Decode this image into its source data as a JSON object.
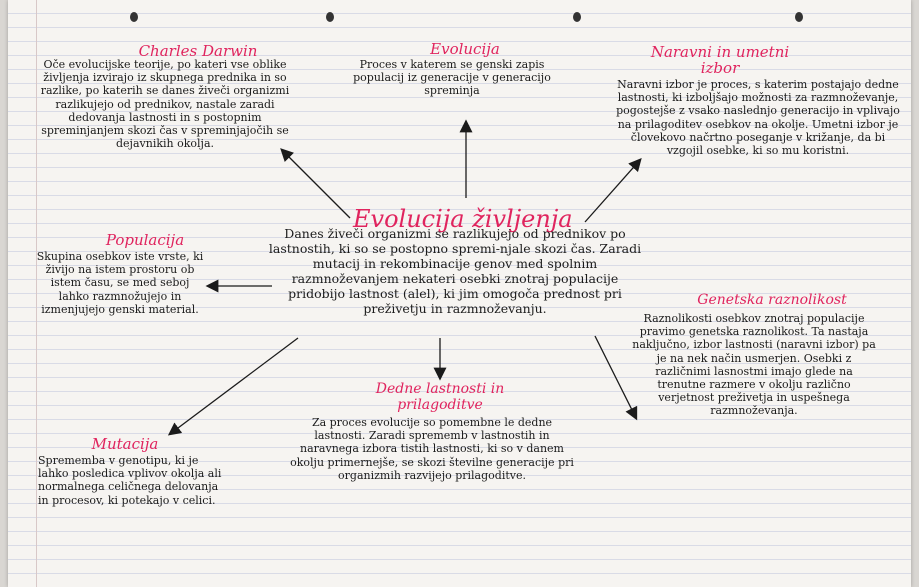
{
  "center": {
    "title": "Evolucija življenja",
    "text": "Danes živeči organizmi se razlikujejo od prednikov po lastnostih, ki so se postopno spremi-njale skozi čas. Zaradi mutacij in rekombinacije genov med spolnim razmnoževanjem nekateri osebki znotraj populacije pridobijo lastnost (alel), ki jim omogoča prednost pri preživetju in razmnoževanju."
  },
  "nodes": {
    "darwin": {
      "title": "Charles Darwin",
      "text": "Oče evolucijske teorije, po kateri vse oblike življenja izvirajo iz skupnega prednika in so razlike, po katerih se danes živeči organizmi razlikujejo od prednikov, nastale zaradi dedovanja lastnosti in s postopnim spreminjanjem skozi čas v spreminjajočih se dejavnikih okolja."
    },
    "evolucija": {
      "title": "Evolucija",
      "text": "Proces v katerem se genski zapis populacij iz generacije v generacijo spreminja"
    },
    "naravni": {
      "title": "Naravni in umetni izbor",
      "text": "Naravni izbor je proces, s katerim postajajo dedne lastnosti, ki izboljšajo možnosti za razmnoževanje, pogostejše z vsako naslednjo generacijo in vplivajo na prilagoditev osebkov na okolje. Umetni izbor je človekovo načrtno poseganje v križanje, da bi vzgojil osebke, ki so mu koristni."
    },
    "populacija": {
      "title": "Populacija",
      "text": "Skupina osebkov iste vrste, ki živijo na istem prostoru ob istem času, se med seboj lahko razmnožujejo in izmenjujejo genski material."
    },
    "genetska": {
      "title": "Genetska raznolikost",
      "text": "Raznolikosti osebkov znotraj populacije pravimo genetska raznolikost. Ta nastaja naključno, izbor lastnosti (naravni izbor) pa je na nek način usmerjen. Osebki z različnimi lasnostmi imajo glede na trenutne razmere v okolju različno verjetnost preživetja in uspešnega razmnoževanja."
    },
    "dedne": {
      "title": "Dedne lastnosti in prilagoditve",
      "text": "Za proces evolucije so pomembne le dedne lastnosti. Zaradi sprememb v lastnostih in naravnega izbora tistih lastnosti, ki so v danem okolju primernejše, se skozi številne generacije pri organizmih razvijejo prilagoditve."
    },
    "mutacija": {
      "title": "Mutacija",
      "text": "Sprememba v genotipu, ki je lahko posledica vplivov okolja ali normalnega celičnega delovanja in procesov, ki potekajo v celici."
    }
  },
  "colors": {
    "title": "#e0245e",
    "ink": "#1b1b1b",
    "paper": "#f6f4f1"
  }
}
